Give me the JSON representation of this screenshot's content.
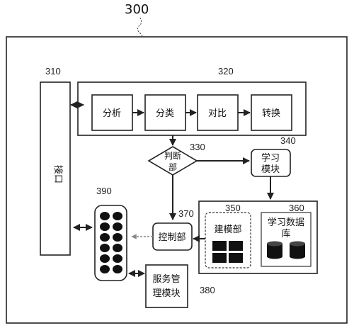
{
  "ref": {
    "outer": "300",
    "interface": "310",
    "processing": "320",
    "judgment": "330",
    "learning_module": "340",
    "modeling": "350",
    "learning_db": "360",
    "control": "370",
    "service_mgmt": "380",
    "storage": "390"
  },
  "blocks": {
    "interface": "接口",
    "analysis": "分析",
    "classify": "分类",
    "compare": "对比",
    "convert": "转换",
    "judgment_line1": "判断",
    "judgment_line2": "部",
    "learning_line1": "学习",
    "learning_line2": "模块",
    "modeling": "建模部",
    "learning_db_line1": "学习数据",
    "learning_db_line2": "库",
    "control": "控制部",
    "service_line1": "服务管",
    "service_line2": "理模块"
  }
}
